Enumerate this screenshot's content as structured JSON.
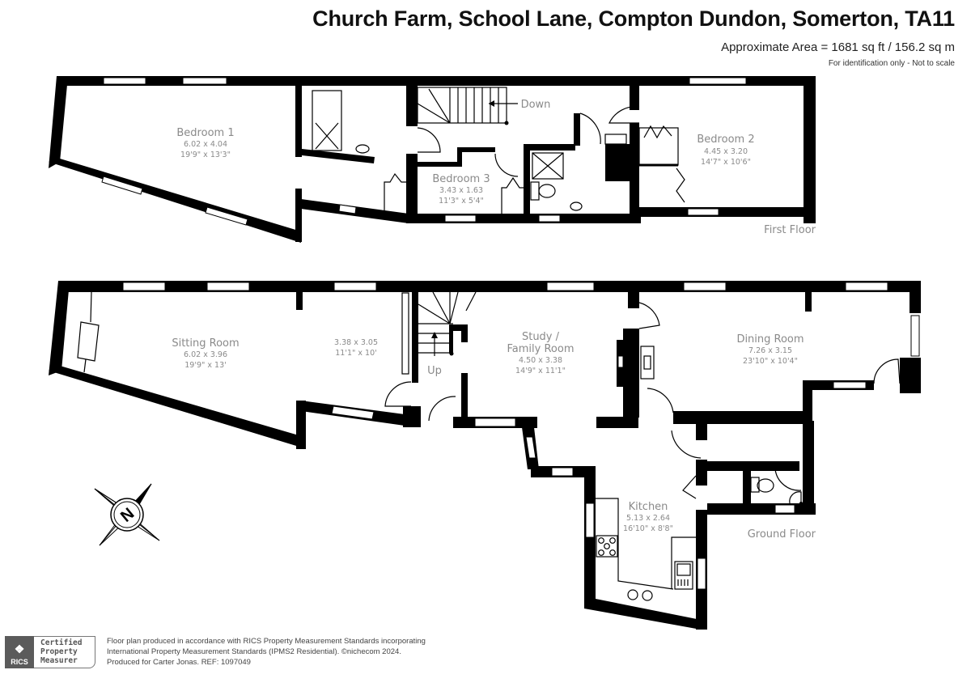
{
  "header": {
    "title": "Church Farm, School Lane, Compton Dundon, Somerton, TA11",
    "area": "Approximate Area = 1681 sq ft / 156.2 sq m",
    "disclaimer": "For identification only - Not to scale"
  },
  "floors": {
    "first": {
      "label": "First Floor",
      "stairs_label": "Down",
      "rooms": [
        {
          "name": "Bedroom 1",
          "metric": "6.02 x 4.04",
          "imperial": "19'9\" x 13'3\""
        },
        {
          "name": "Bedroom 2",
          "metric": "4.45 x 3.20",
          "imperial": "14'7\" x 10'6\""
        },
        {
          "name": "Bedroom 3",
          "metric": "3.43 x 1.63",
          "imperial": "11'3\" x 5'4\""
        }
      ]
    },
    "ground": {
      "label": "Ground Floor",
      "stairs_label": "Up",
      "rooms": [
        {
          "name": "Sitting Room",
          "metric": "6.02 x 3.96",
          "imperial": "19'9\" x 13'"
        },
        {
          "name": "",
          "metric": "3.38 x 3.05",
          "imperial": "11'1\" x 10'"
        },
        {
          "name": "Study /",
          "name2": "Family Room",
          "metric": "4.50 x 3.38",
          "imperial": "14'9\" x 11'1\""
        },
        {
          "name": "Dining Room",
          "metric": "7.26 x 3.15",
          "imperial": "23'10\" x 10'4\""
        },
        {
          "name": "Kitchen",
          "metric": "5.13 x 2.64",
          "imperial": "16'10\" x 8'8\""
        }
      ]
    }
  },
  "compass": {
    "letter": "N"
  },
  "footer": {
    "rics_badge": "RICS",
    "cert_lines": [
      "Certified",
      "Property",
      "Measurer"
    ],
    "lines": [
      "Floor plan produced in accordance with RICS Property Measurement Standards incorporating",
      "International Property Measurement Standards (IPMS2 Residential).   ©nichecom 2024.",
      "Produced for Carter Jonas.   REF: 1097049"
    ]
  }
}
